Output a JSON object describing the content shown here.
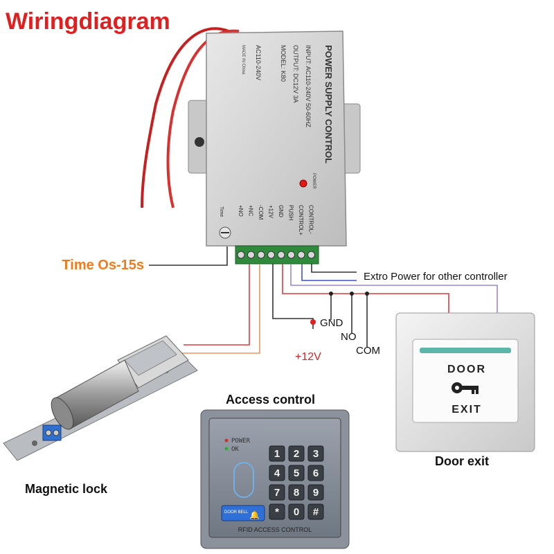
{
  "title": "Wiringdiagram",
  "power_supply": {
    "heading": "POWER SUPPLY CONTROL",
    "input": "INPUT: AC110-240V 50-60HZ",
    "output": "OUTPUT: DC12V 3A",
    "model": "MODEL: K80",
    "voltage": "AC110-240V",
    "made_in": "MADE IN China",
    "power_led": "POWER",
    "time_knob": "Time",
    "terminals": [
      "+NO",
      "+NC",
      "-COM",
      "+12V",
      "GND",
      "PUSH",
      "CONTROL+",
      "CONTROL-"
    ]
  },
  "labels": {
    "time": "Time Os-15s",
    "extro_power": "Extro Power for other controller",
    "gnd": "GND",
    "no": "NO",
    "com": "COM",
    "plus12v": "+12V",
    "magnetic_lock": "Magnetic lock",
    "access_control": "Access control",
    "door_exit": "Door exit"
  },
  "door_exit_button": {
    "top": "DOOR",
    "bottom": "EXIT"
  },
  "keypad": {
    "leds": [
      "POWER",
      "OK"
    ],
    "keys": [
      "1",
      "2",
      "3",
      "4",
      "5",
      "6",
      "7",
      "8",
      "9",
      "*",
      "0",
      "#"
    ],
    "bell": "DOOR BELL",
    "footer": "RFID ACCESS CONTROL"
  },
  "colors": {
    "title": "#e02020",
    "time_label": "#f07a1c",
    "plus12v_label": "#e02020",
    "wire_red": "#e03a3a",
    "wire_orange": "#f0965a",
    "wire_black": "#333333",
    "wire_blue": "#3f4fd0",
    "wire_violet": "#9a86d6"
  }
}
